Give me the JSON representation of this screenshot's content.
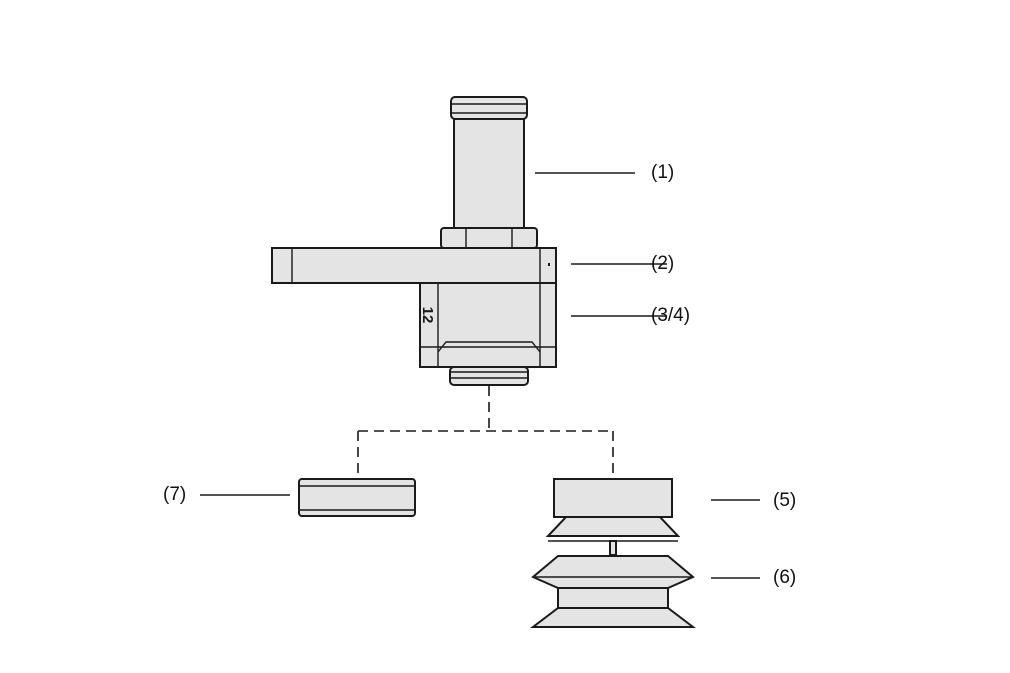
{
  "callouts": {
    "c1": "(1)",
    "c2": "(2)",
    "c34": "(3/4)",
    "c5": "(5)",
    "c6": "(6)",
    "c7": "(7)"
  },
  "body_marking": "12",
  "colors": {
    "part_fill": "#e4e4e4",
    "outline": "#1a1a1a",
    "background": "#ffffff"
  }
}
